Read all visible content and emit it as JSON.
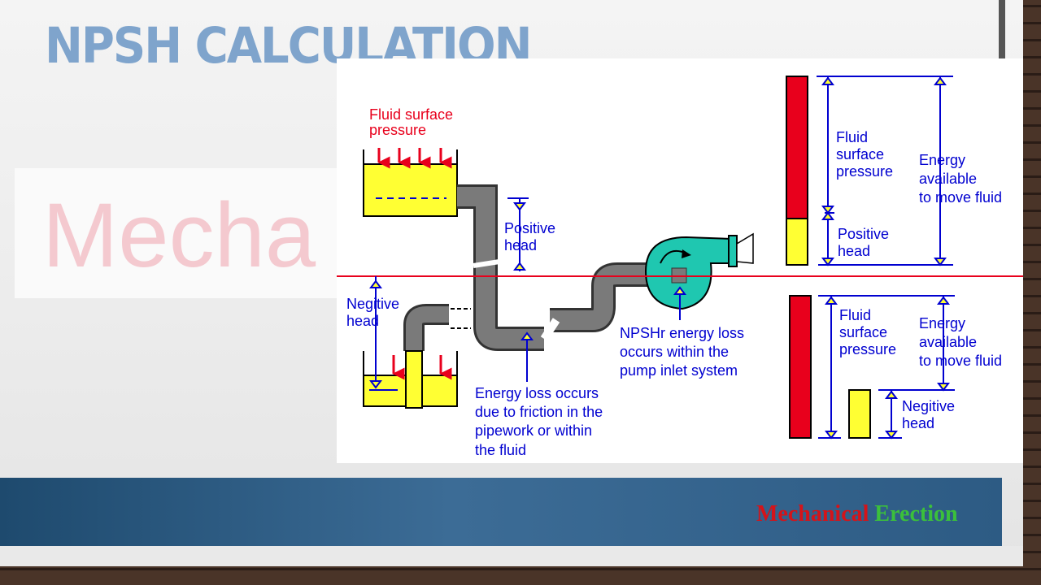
{
  "slide": {
    "title": "NPSH CALCULATION",
    "watermark": "Mecha",
    "footer_brand_part1": "Mechanical",
    "footer_brand_part2": "Erection"
  },
  "diagram": {
    "labels": {
      "fluid_surface_pressure_line1": "Fluid surface",
      "fluid_surface_pressure_line2": "pressure",
      "positive_head_line1": "Positive",
      "positive_head_line2": "head",
      "negitive_head_line1": "Negitive",
      "negitive_head_line2": "head",
      "friction_line1": "Energy loss occurs",
      "friction_line2": "due to friction in the",
      "friction_line3": "pipework or within",
      "friction_line4": "the fluid",
      "npshr_line1": "NPSHr energy loss",
      "npshr_line2": "occurs within the",
      "npshr_line3": "pump inlet system"
    },
    "top_bar": {
      "fsp_line1": "Fluid",
      "fsp_line2": "surface",
      "fsp_line3": "pressure",
      "pos_line1": "Positive",
      "pos_line2": "head",
      "energy_line1": "Energy",
      "energy_line2": "available",
      "energy_line3": "to move fluid"
    },
    "bottom_bar": {
      "fsp_line1": "Fluid",
      "fsp_line2": "surface",
      "fsp_line3": "pressure",
      "energy_line1": "Energy",
      "energy_line2": "available",
      "energy_line3": "to move fluid",
      "neg_line1": "Negitive",
      "neg_line2": "head"
    },
    "colors": {
      "fluid": "#ffff33",
      "pressure": "#e8001c",
      "pipe": "#7a7a7a",
      "pump": "#1fc7b0",
      "annotation": "#0000d0",
      "datum_line": "#e8001c"
    }
  }
}
